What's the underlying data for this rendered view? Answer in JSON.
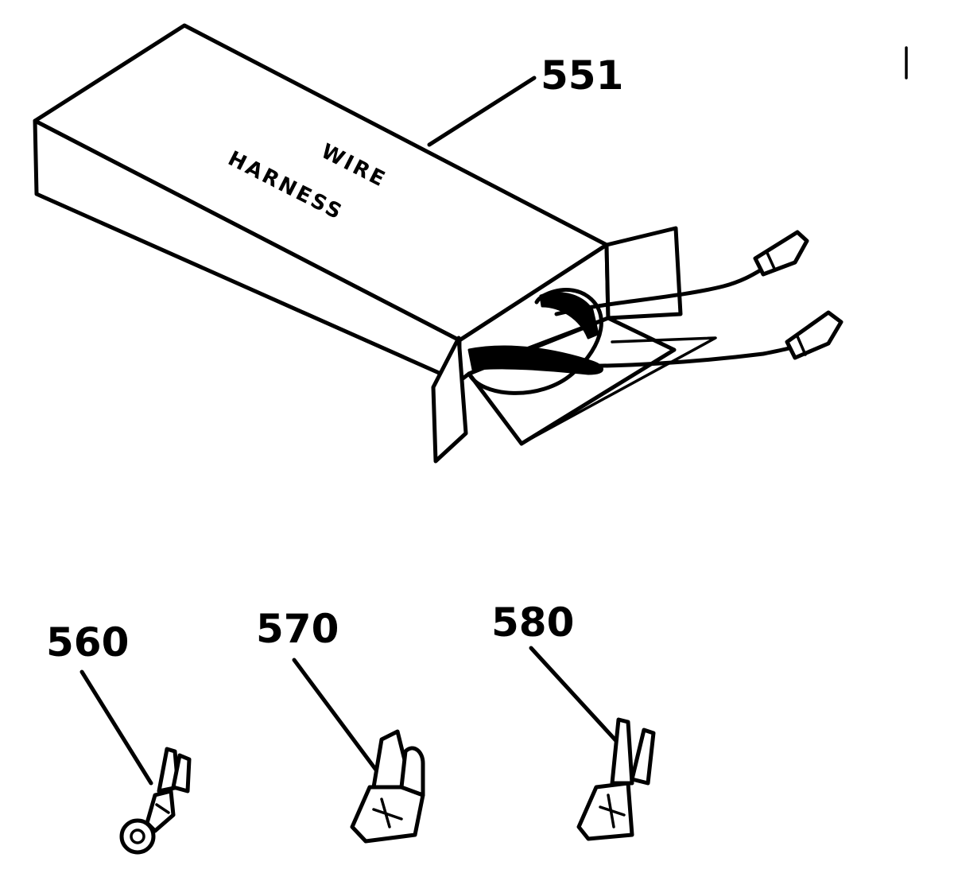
{
  "diagram": {
    "box_label_line1": "WIRE",
    "box_label_line2": "HARNESS",
    "callouts": {
      "harness": "551",
      "ring_terminal": "560",
      "flag_terminal": "570",
      "spade_terminal": "580"
    }
  }
}
